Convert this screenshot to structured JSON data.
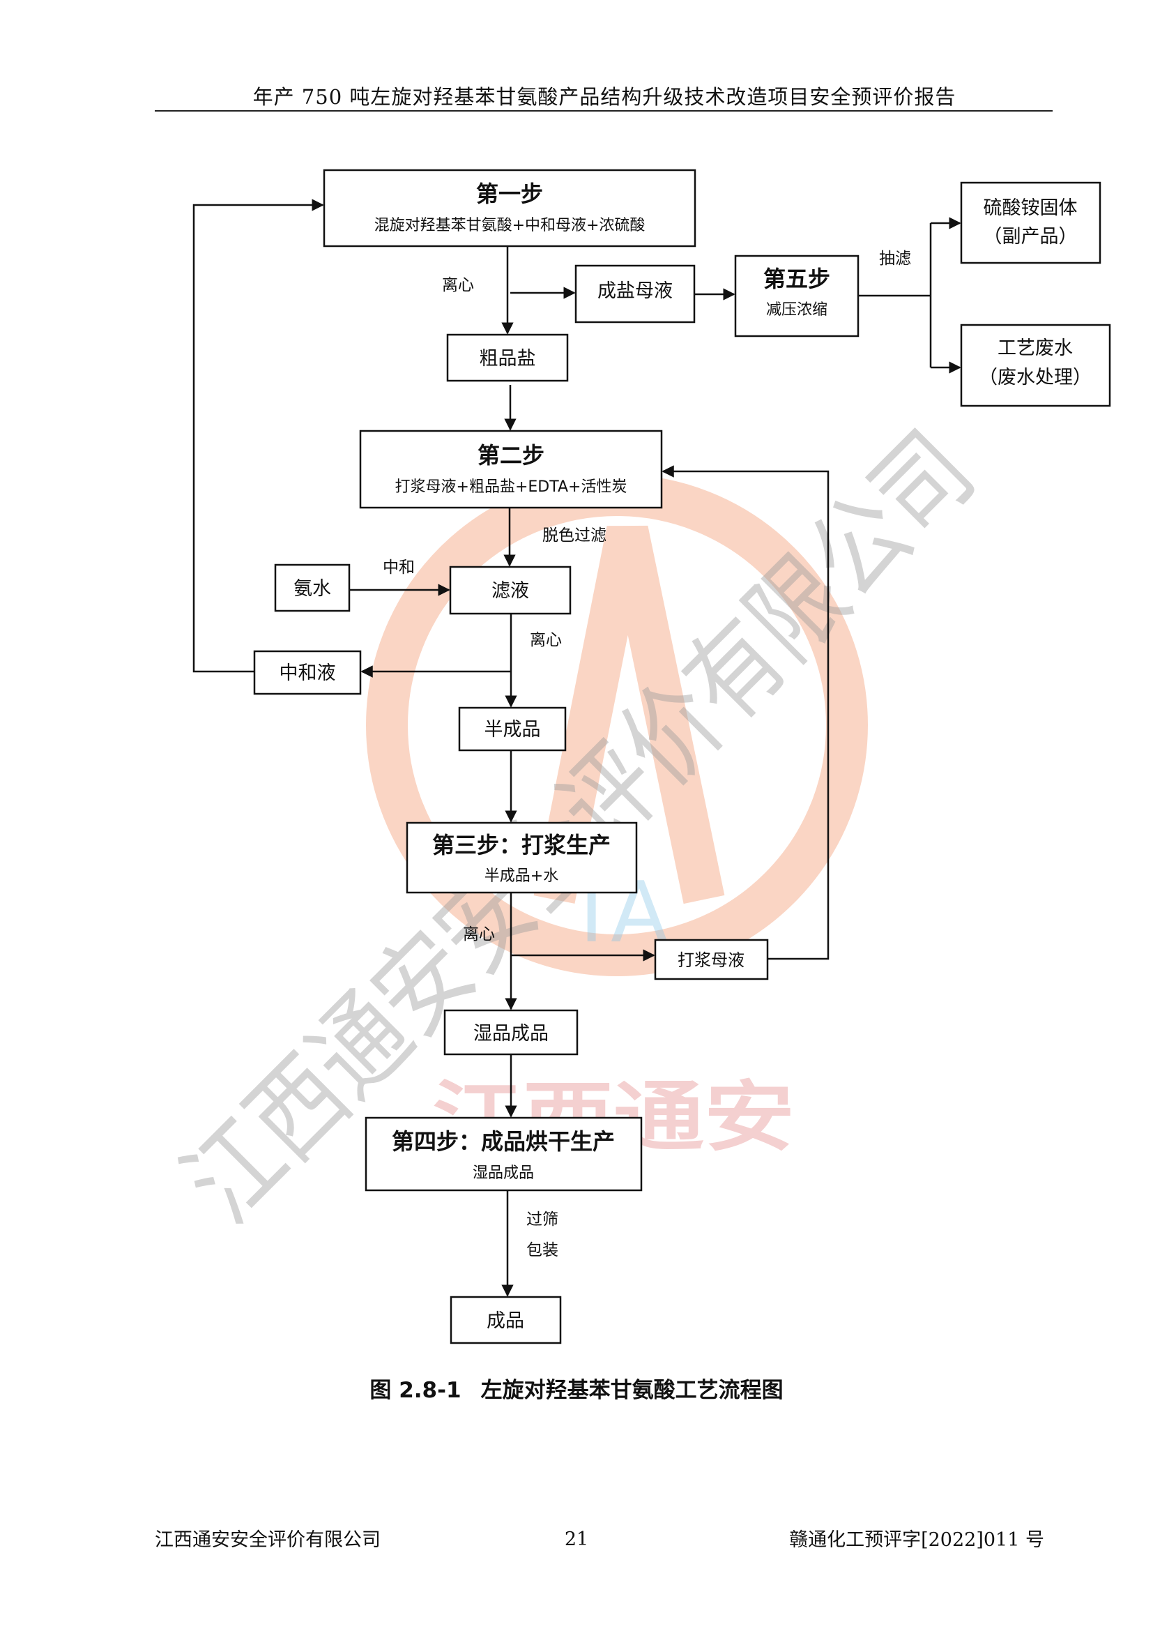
{
  "header": {
    "title": "年产 750 吨左旋对羟基苯甘氨酸产品结构升级技术改造项目安全预评价报告"
  },
  "diagram": {
    "step1": {
      "title": "第一步",
      "sub": "混旋对羟基苯甘氨酸+中和母液+浓硫酸"
    },
    "step2": {
      "title": "第二步",
      "sub": "打浆母液+粗品盐+EDTA+活性炭"
    },
    "step3": {
      "title": "第三步：打浆生产",
      "sub": "半成品+水"
    },
    "step4": {
      "title": "第四步：成品烘干生产",
      "sub": "湿品成品"
    },
    "step5": {
      "title": "第五步",
      "sub": "减压浓缩"
    },
    "nodes": {
      "salt_mother": "成盐母液",
      "crude_salt": "粗品盐",
      "ammonium_sulfate": [
        "硫酸铵固体",
        "（副产品）"
      ],
      "process_water": [
        "工艺废水",
        "（废水处理）"
      ],
      "ammonia": "氨水",
      "filtrate": "滤液",
      "neutral_liquor": "中和液",
      "semi_product": "半成品",
      "slurry_mother": "打浆母液",
      "wet_product": "湿品成品",
      "final_product": "成品"
    },
    "labels": {
      "centrifuge": "离心",
      "suction_filter": "抽滤",
      "decolor_filter": "脱色过滤",
      "neutralize": "中和",
      "sieve": "过筛",
      "pack": "包装"
    }
  },
  "watermark": {
    "company_text": "江西通安安全评价有限公司",
    "red_text": "江西通安",
    "logo_letters": "TA"
  },
  "caption": {
    "number": "图 2.8-1",
    "text": "左旋对羟基苯甘氨酸工艺流程图"
  },
  "footer": {
    "company": "江西通安安全评价有限公司",
    "page": "21",
    "doc_no": "赣通化工预评字[2022]011 号"
  }
}
